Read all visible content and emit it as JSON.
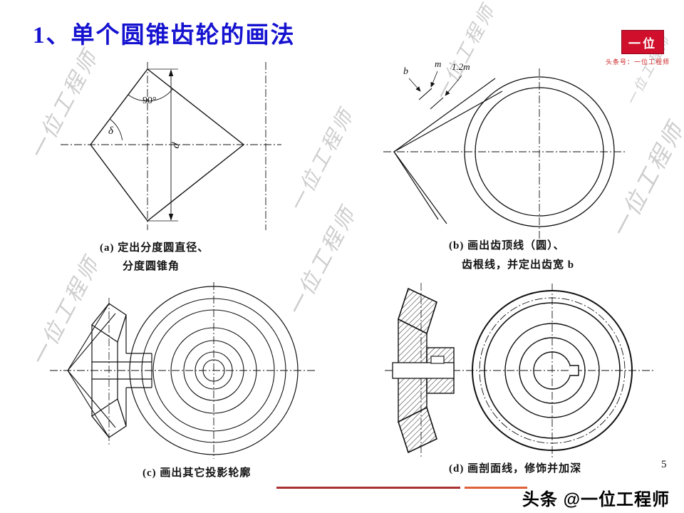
{
  "page": {
    "title": "1、单个圆锥齿轮的画法",
    "page_number": "5",
    "footer_brand": "头条 @一位工程师"
  },
  "logo": {
    "box_text": "一位",
    "subtitle": "头条号：一位工程师"
  },
  "watermark": {
    "text": "一位工程师"
  },
  "figures": {
    "a": {
      "caption_line1": "(a) 定出分度圆直径、",
      "caption_line2": "分度圆锥角",
      "label_angle": "90°",
      "label_delta": "δ",
      "label_d": "d"
    },
    "b": {
      "caption_line1": "(b) 画出齿顶线（圆）、",
      "caption_line2": "齿根线，并定出齿宽 b",
      "label_b": "b",
      "label_m": "m",
      "label_12m": "1.2m"
    },
    "c": {
      "caption": "(c) 画出其它投影轮廓"
    },
    "d": {
      "caption": "(d) 画剖面线，修饰并加深"
    }
  }
}
